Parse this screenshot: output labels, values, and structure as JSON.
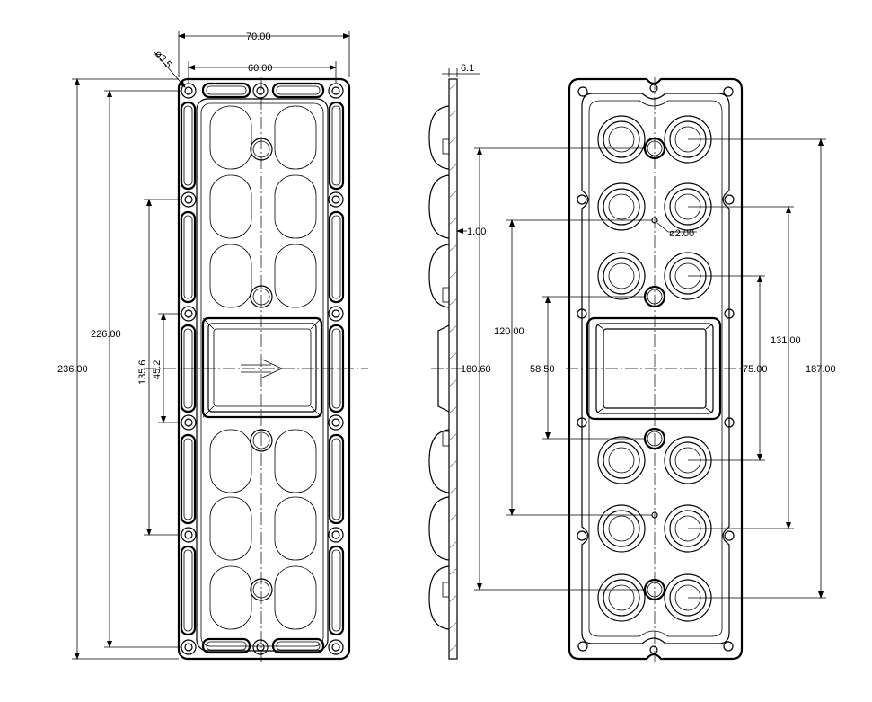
{
  "front_view": {
    "dims": {
      "overall_width": "70.00",
      "inner_width": "60.00",
      "hole_diameter": "ø3.5",
      "overall_length": "236.00",
      "hole_spacing_length": "226.00",
      "spacing_135": "135.6",
      "spacing_45": "45.2"
    }
  },
  "side_view": {
    "dims": {
      "thickness": "6.1",
      "wall": "1.00",
      "length": "180.60"
    }
  },
  "back_view": {
    "dims": {
      "pin_diameter": "ø2.00",
      "dim_120": "120.00",
      "dim_131": "131.00",
      "dim_187": "187.00",
      "dim_58": "58.50",
      "dim_75": "75.00"
    }
  }
}
